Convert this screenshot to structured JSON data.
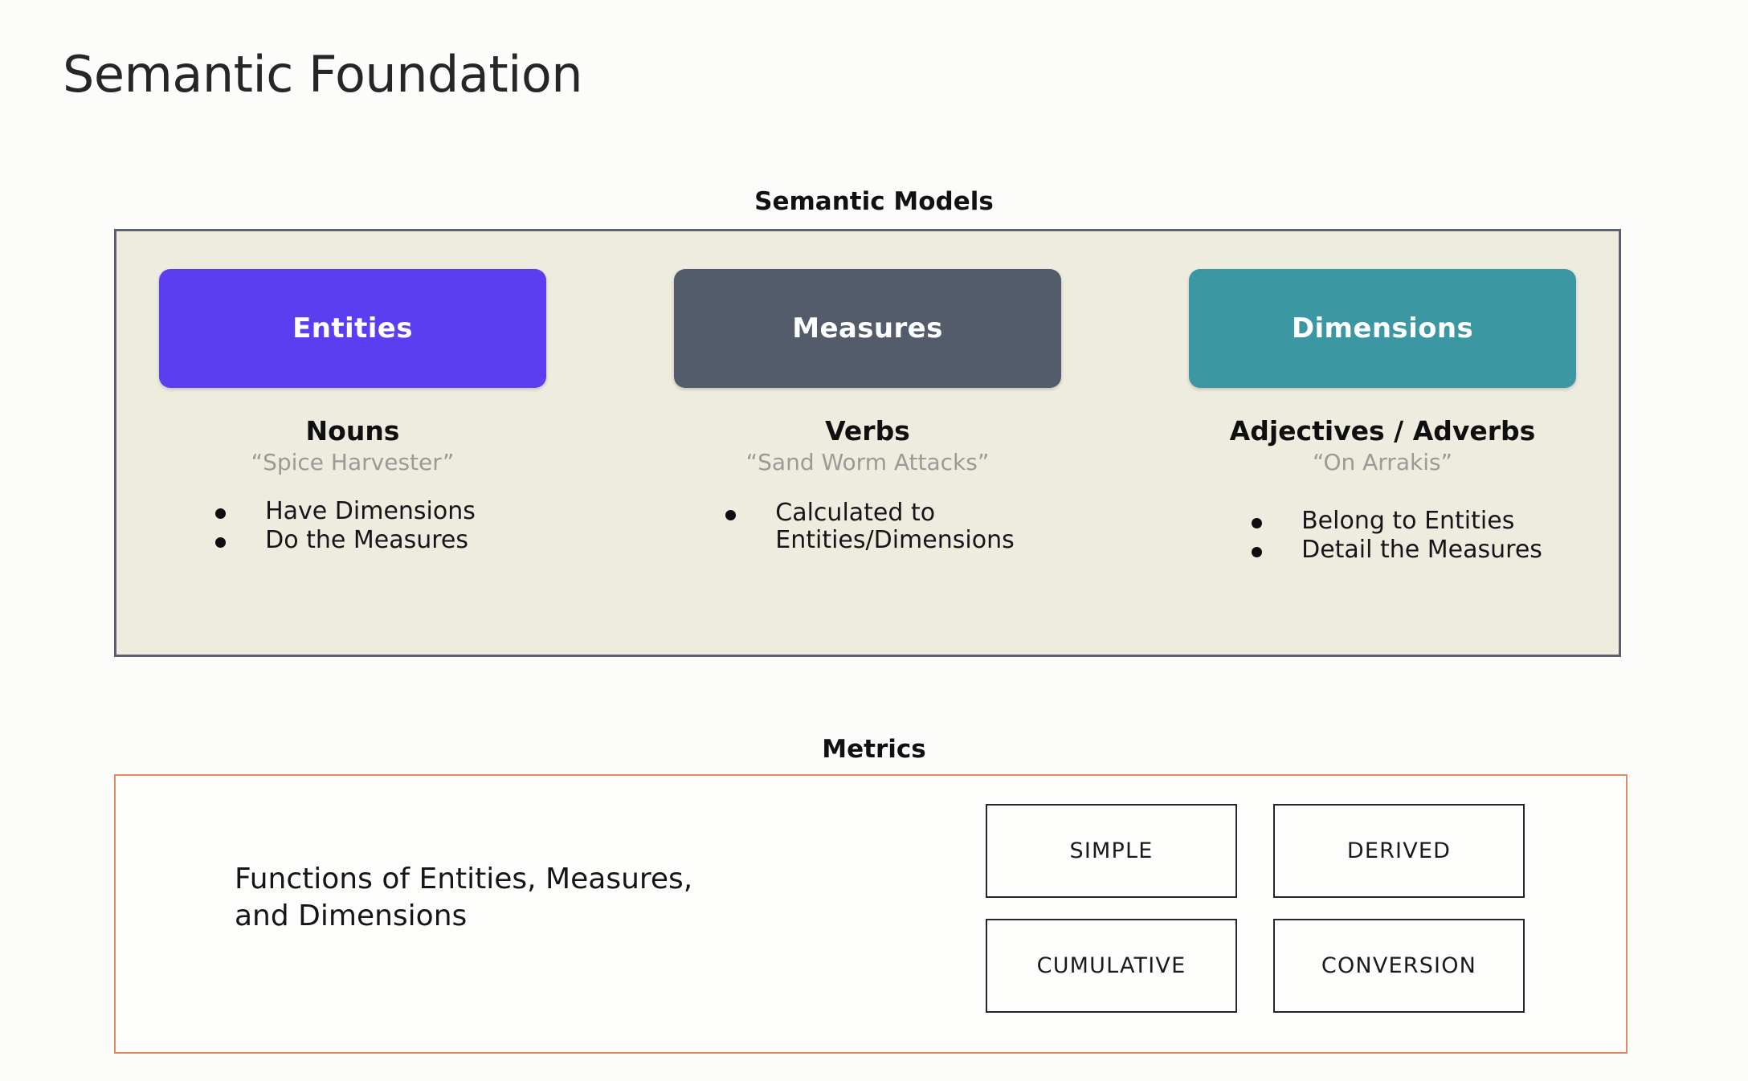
{
  "page": {
    "title": "Semantic Foundation",
    "background_color": "#fcfdfa"
  },
  "semantic_models": {
    "header": "Semantic Models",
    "panel_background": "#EEEBDF",
    "panel_border_color": "#5b6170",
    "columns": [
      {
        "pill_label": "Entities",
        "pill_color": "#5B3EEF",
        "part_of_speech": "Nouns",
        "example": "“Spice Harvester”",
        "bullets": [
          "Have Dimensions",
          "Do the Measures"
        ]
      },
      {
        "pill_label": "Measures",
        "pill_color": "#545B6B",
        "part_of_speech": "Verbs",
        "example": "“Sand Worm Attacks”",
        "bullets": [
          "Calculated to\nEntities/Dimensions"
        ]
      },
      {
        "pill_label": "Dimensions",
        "pill_color": "#3B97A2",
        "part_of_speech": "Adjectives / Adverbs",
        "example": "“On Arrakis”",
        "bullets": [
          "Belong to Entities",
          "Detail the Measures"
        ]
      }
    ]
  },
  "metrics": {
    "header": "Metrics",
    "panel_border_color": "#E08A67",
    "description": "Functions of Entities, Measures,\nand Dimensions",
    "types": [
      "SIMPLE",
      "DERIVED",
      "CUMULATIVE",
      "CONVERSION"
    ]
  }
}
